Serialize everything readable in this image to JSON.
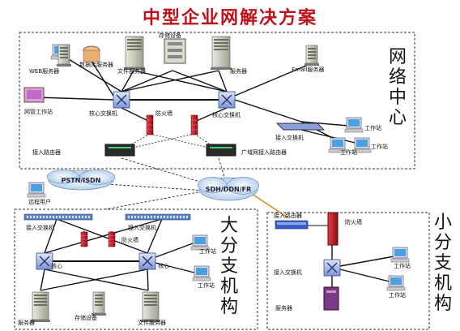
{
  "title": "中型企业网解决方案",
  "regions": {
    "network_center": "网络中心",
    "large_branch": "大分支机构",
    "small_branch": "小分支机构"
  },
  "clouds": {
    "wan": "SDH/DDN/FR",
    "isp": "PSTN/ISDN"
  },
  "labels": {
    "nc_server_left": "WEB服务器",
    "nc_db": "数据库服务器",
    "nc_file_server": "文件服务器",
    "nc_rack": "存储设备",
    "nc_server_right": "服务器",
    "nc_mail": "Email服务器",
    "nc_mgmt": "网管工作站",
    "nc_core_left": "核心交换机",
    "nc_firewall": "防火墙",
    "nc_core_right": "核心交换机",
    "nc_router_left": "接入路由器",
    "nc_router_right": "广域网接入路由器",
    "nc_access_switch": "接入交换机",
    "nc_ws1": "工作站",
    "nc_ws2": "工作站",
    "nc_ws3": "工作站",
    "lb_remote": "远程用户",
    "lb_access_left": "接入交换机",
    "lb_access_right": "接入交换机",
    "lb_firewall": "防火墙",
    "lb_core_left": "核心",
    "lb_core_right": "核心",
    "lb_server_left": "服务器",
    "lb_server_mid": "存储设备",
    "lb_server_right": "文件服务器",
    "lb_ws1": "工作站",
    "lb_ws2": "工作站",
    "sb_router": "接入路由器",
    "sb_firewall": "防火墙",
    "sb_switch": "接入交换机",
    "sb_server": "服务器",
    "sb_ws1": "工作站",
    "sb_ws2": "工作站"
  },
  "colors": {
    "title": "#c0101a",
    "switch": "#9fb4e8",
    "firewall": "#c4161c",
    "router": "#3a5fc8",
    "server": "#c9cdbf",
    "monitor": "#4aa0e0",
    "line": "#111111",
    "dashed": "#333333",
    "orange_link": "#d89020"
  }
}
